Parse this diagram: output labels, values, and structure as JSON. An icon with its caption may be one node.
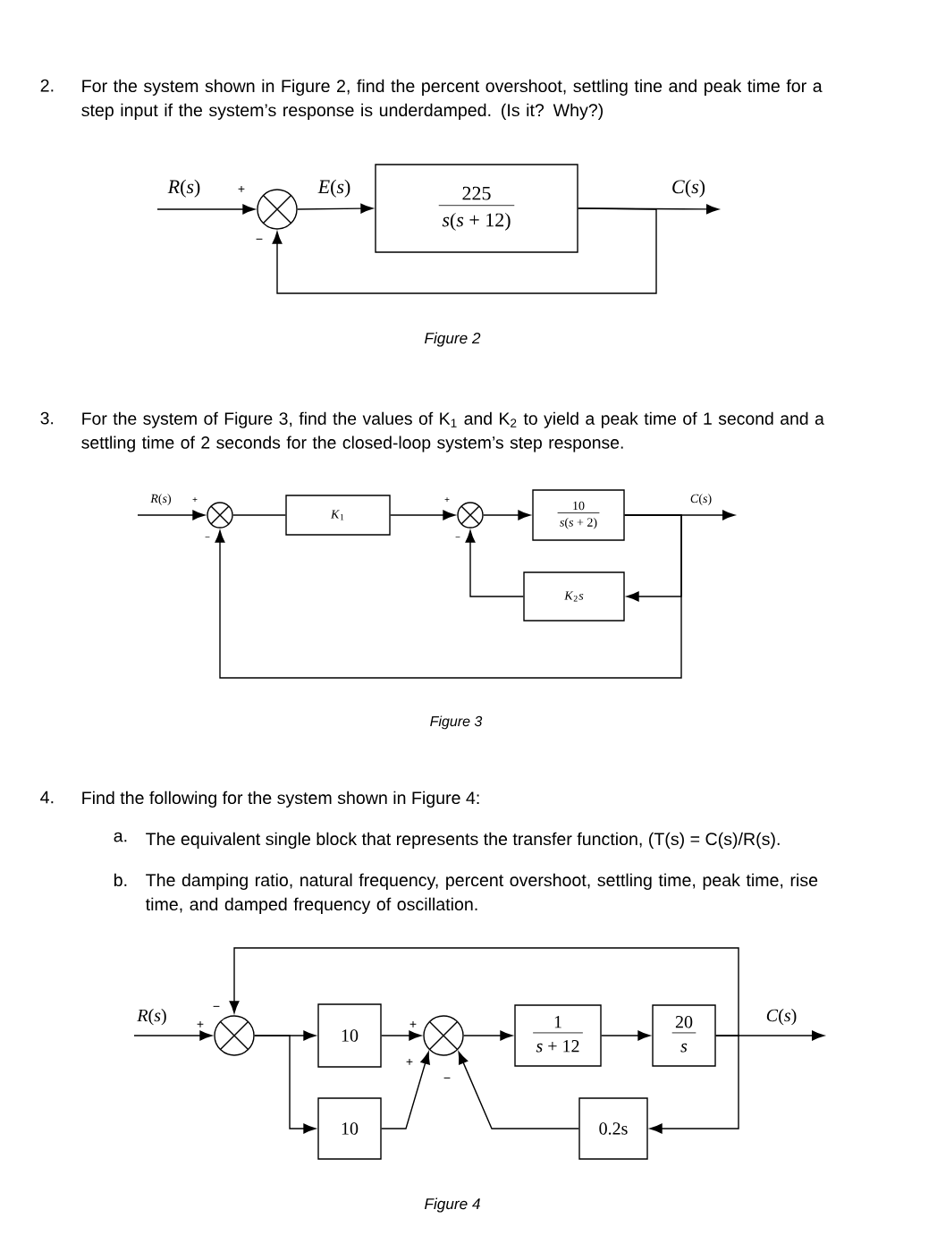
{
  "diagram": {
    "nodes": [
      {
        "text": [],
        "shape": "circle"
      },
      {
        "text": [
          "225",
          "*s*(*s* + 12)"
        ]
      },
      {
        "text": [],
        "shape": "circle"
      },
      {
        "text": [
          "*K*$_{1}$"
        ]
      },
      {
        "text": [],
        "shape": "circle"
      },
      {
        "text": [
          "10",
          "*s*(*s* + 2)"
        ]
      },
      {
        "text": [
          "*K*$_{2}$*s*"
        ]
      },
      {
        "text": [],
        "shape": "circle"
      },
      {
        "text": [
          "10"
        ]
      },
      {
        "text": [
          "10"
        ]
      },
      {
        "text": [],
        "shape": "circle"
      },
      {
        "text": [
          "1",
          "*s* + 12"
        ]
      },
      {
        "text": [
          "20",
          "*s*"
        ]
      },
      {
        "text": [
          "0.2s"
        ]
      }
    ],
    "edges": [
      {
        "from": null,
        "to": 0,
        "arrow": "to",
        "label": "*R*(*s*)"
      },
      {
        "from": 0,
        "to": 1,
        "arrow": "to",
        "label": "*E*(*s*)"
      },
      {
        "from": 1,
        "to": null,
        "arrow": "to",
        "label": "*C*(*s*)"
      },
      {
        "from": 1,
        "to": 0,
        "arrow": "to"
      },
      {
        "from": null,
        "to": 2,
        "arrow": "to",
        "label": "*R*(*s*)"
      },
      {
        "from": 2,
        "to": 3,
        "arrow": "none"
      },
      {
        "from": 3,
        "to": 4,
        "arrow": "to"
      },
      {
        "from": 4,
        "to": 5,
        "arrow": "to"
      },
      {
        "from": 5,
        "to": null,
        "arrow": "to",
        "label": "*C*(*s*)"
      },
      {
        "from": 5,
        "to": 6,
        "arrow": "to"
      },
      {
        "from": 6,
        "to": 4,
        "arrow": "to"
      },
      {
        "from": 5,
        "to": 2,
        "arrow": "to"
      },
      {
        "from": null,
        "to": 7,
        "arrow": "to",
        "label": "*R*(*s*)"
      },
      {
        "from": 7,
        "to": 8,
        "arrow": "to"
      },
      {
        "from": 7,
        "to": 9,
        "arrow": "to"
      },
      {
        "from": 8,
        "to": 10,
        "arrow": "to"
      },
      {
        "from": 9,
        "to": 10,
        "arrow": "to"
      },
      {
        "from": 10,
        "to": 11,
        "arrow": "to"
      },
      {
        "from": 11,
        "to": 12,
        "arrow": "to"
      },
      {
        "from": 12,
        "to": null,
        "arrow": "to",
        "label": "*C*(*s*)"
      },
      {
        "from": 12,
        "to": 7,
        "arrow": "to"
      },
      {
        "from": 12,
        "to": 13,
        "arrow": "to"
      },
      {
        "from": 13,
        "to": 10,
        "arrow": "to"
      }
    ],
    "labels": [
      "2.",
      "For the system shown in Figure 2, find the percent overshoot, settling tine and peak time for a step input if the system’s response is underdamped. (Is it? Why?)",
      "+",
      "−",
      "Figure 2",
      "3.",
      "For the system of Figure 3, find the values of K$_{1}$ and K$_{2}$ to yield a peak time of 1 second and a settling time of 2 seconds for the closed-loop system’s step response.",
      "+",
      "−",
      "+",
      "−",
      "Figure 3",
      "4.",
      "Find the following for the system shown in Figure 4:",
      "a.",
      "The equivalent single block that represents the transfer function, (T(s) = C(s)/R(s).",
      "b.",
      "The damping ratio, natural frequency, percent overshoot, settling time, peak time, rise time, and damped frequency of oscillation.",
      "+",
      "−",
      "+",
      "+",
      "−",
      "Figure 4"
    ]
  }
}
